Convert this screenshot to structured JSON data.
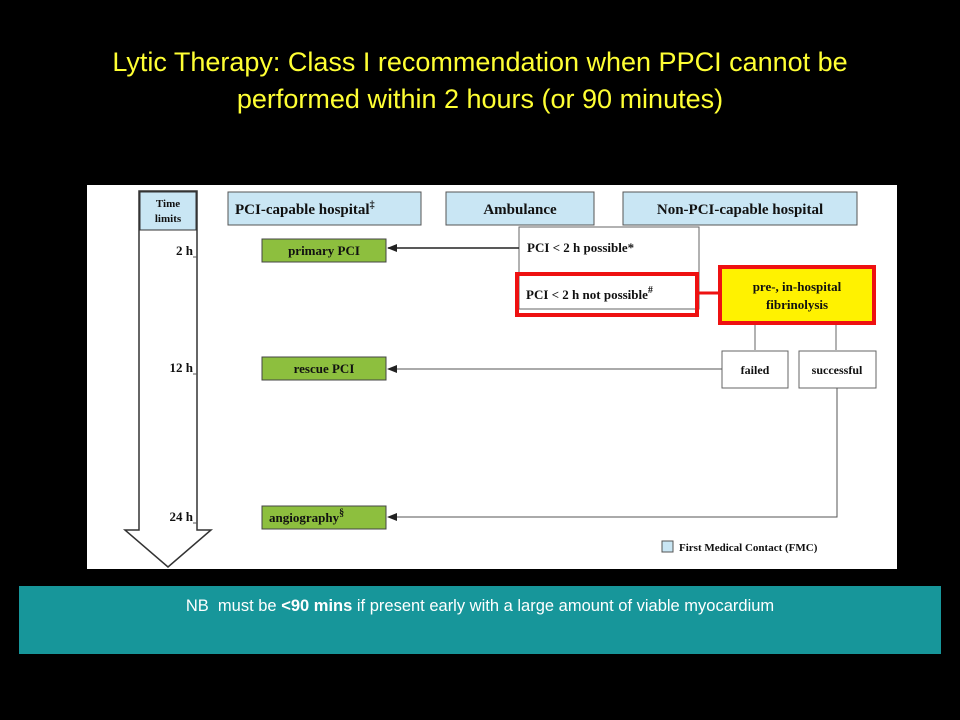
{
  "title": {
    "line1": "Lytic Therapy: Class I recommendation when PPCI cannot be",
    "line2": "performed within 2 hours (or 90 minutes)"
  },
  "diagram": {
    "time_header_line1": "Time",
    "time_header_line2": "limits",
    "time_marks": [
      "2 h",
      "12 h",
      "24 h"
    ],
    "columns": {
      "pci_capable": "PCI-capable hospital",
      "pci_capable_mark": "‡",
      "ambulance": "Ambulance",
      "non_pci_capable": "Non-PCI-capable hospital"
    },
    "boxes": {
      "primary_pci": "primary PCI",
      "pci_possible": "PCI < 2 h possible",
      "pci_possible_mark": "*",
      "pci_not_possible": "PCI < 2 h not possible",
      "pci_not_possible_mark": "#",
      "fibrinolysis_line1": "pre-, in-hospital",
      "fibrinolysis_line2": "fibrinolysis",
      "rescue_pci": "rescue PCI",
      "failed": "failed",
      "successful": "successful",
      "angiography": "angiography",
      "angiography_mark": "§"
    },
    "legend": "First Medical Contact (FMC)",
    "colors": {
      "green_box": "#8DBF3E",
      "blue_box": "#C9E6F4",
      "yellow_box": "#FFF200",
      "highlight_red": "#EE1111"
    }
  },
  "note": {
    "prefix": "NB  must be ",
    "emphasis": "<90 mins",
    "suffix": " if present early with a large amount of viable myocardium"
  }
}
